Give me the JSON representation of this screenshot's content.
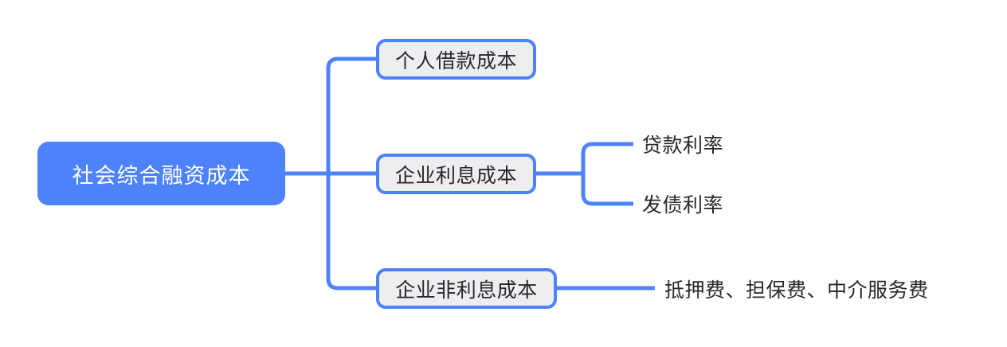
{
  "diagram": {
    "type": "mind-map",
    "background_color": "#ffffff",
    "accent_color": "#4d82fa",
    "node_fill_color": "#edeef0",
    "text_color": "#26282c",
    "root_text_color": "#ffffff",
    "root": {
      "label": "社会综合融资成本"
    },
    "branches": [
      {
        "id": "personal-borrowing-cost",
        "label": "个人借款成本",
        "children": []
      },
      {
        "id": "enterprise-interest-cost",
        "label": "企业利息成本",
        "children": [
          {
            "id": "loan-rate",
            "label": "贷款利率"
          },
          {
            "id": "bond-rate",
            "label": "发债利率"
          }
        ]
      },
      {
        "id": "enterprise-noninterest-cost",
        "label": "企业非利息成本",
        "children": [
          {
            "id": "fees",
            "label": "抵押费、担保费、中介服务费"
          }
        ]
      }
    ]
  }
}
